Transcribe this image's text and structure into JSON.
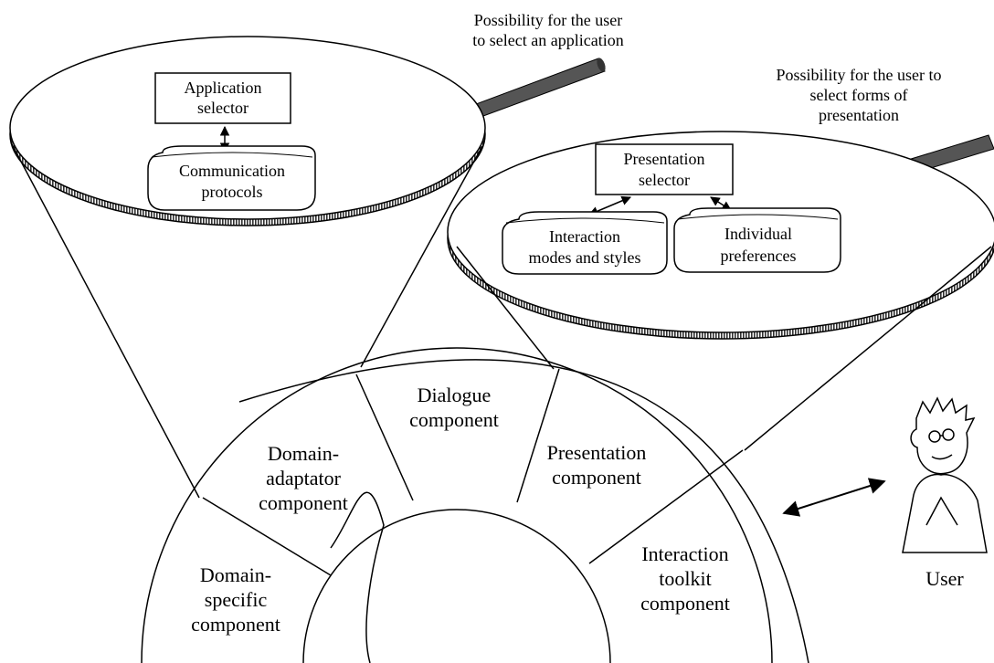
{
  "annotations": {
    "select_application": [
      "Possibility for the user",
      "to select an application"
    ],
    "select_presentation": [
      "Possibility for the user to",
      "select forms of",
      "presentation"
    ]
  },
  "application_disc": {
    "selector": [
      "Application",
      "selector"
    ],
    "protocols": [
      "Communication",
      "protocols"
    ]
  },
  "presentation_disc": {
    "selector": [
      "Presentation",
      "selector"
    ],
    "interaction_modes": [
      "Interaction",
      "modes and styles"
    ],
    "preferences": [
      "Individual",
      "preferences"
    ]
  },
  "components": {
    "dialogue": [
      "Dialogue",
      "component"
    ],
    "domain_adaptator": [
      "Domain-",
      "adaptator",
      "component"
    ],
    "presentation": [
      "Presentation",
      "component"
    ],
    "domain_specific": [
      "Domain-",
      "specific",
      "component"
    ],
    "interaction_toolkit": [
      "Interaction",
      "toolkit",
      "component"
    ]
  },
  "user": {
    "label": "User"
  },
  "colors": {
    "ink": "#000000",
    "handle": "#555555",
    "paper": "#ffffff"
  }
}
